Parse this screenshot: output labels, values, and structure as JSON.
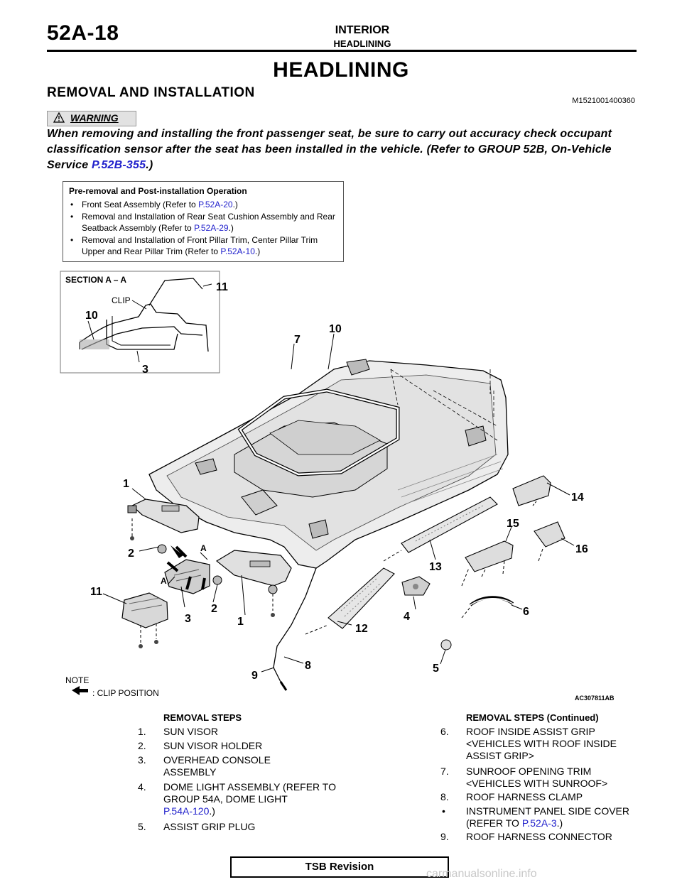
{
  "header": {
    "page_number": "52A-18",
    "section": "INTERIOR",
    "subsection": "HEADLINING"
  },
  "title": "HEADLINING",
  "section_title": "REMOVAL AND INSTALLATION",
  "ref_code": "M1521001400360",
  "warning": {
    "label": "WARNING",
    "text_before": "When removing and installing the front passenger seat, be sure to carry out accuracy check occupant classification sensor after the seat has been installed in the vehicle. (Refer to GROUP 52B, On-Vehicle Service ",
    "link": "P.52B-355",
    "text_after": ".)"
  },
  "pre_removal": {
    "heading": "Pre-removal and Post-installation Operation",
    "items": [
      {
        "text": "Front Seat Assembly (Refer to ",
        "link": "P.52A-20",
        "after": ".)"
      },
      {
        "text": "Removal and Installation of Rear Seat Cushion Assembly and Rear Seatback Assembly (Refer to ",
        "link": "P.52A-29",
        "after": ".)"
      },
      {
        "text": "Removal and Installation of Front Pillar Trim, Center Pillar Trim Upper and Rear Pillar Trim (Refer to ",
        "link": "P.52A-10",
        "after": ".)"
      }
    ]
  },
  "diagram": {
    "section_label": "SECTION A – A",
    "clip_label": "CLIP",
    "note_label": "NOTE",
    "note_text": ": CLIP POSITION",
    "figure_code": "AC307811AB",
    "callouts": {
      "c1": "1",
      "c1b": "1",
      "c2": "2",
      "c2b": "2",
      "c3": "3",
      "c3b": "3",
      "c4": "4",
      "c5": "5",
      "c6": "6",
      "c7": "7",
      "c8": "8",
      "c9": "9",
      "c10": "10",
      "c10b": "10",
      "c11": "11",
      "c11b": "11",
      "c12": "12",
      "c13": "13",
      "c14": "14",
      "c15": "15",
      "c16": "16",
      "cA": "A",
      "cAb": "A"
    }
  },
  "steps_left": {
    "heading": "REMOVAL STEPS",
    "items": [
      {
        "num": "1.",
        "text": "SUN VISOR"
      },
      {
        "num": "2.",
        "text": "SUN VISOR HOLDER"
      },
      {
        "num": "3.",
        "text": "OVERHEAD CONSOLE ASSEMBLY"
      },
      {
        "num": "4.",
        "text": "DOME LIGHT ASSEMBLY (REFER TO GROUP 54A, DOME LIGHT",
        "link": "P.54A-120",
        "after": ".)"
      },
      {
        "num": "5.",
        "text": "ASSIST GRIP PLUG"
      }
    ]
  },
  "steps_right": {
    "heading": "REMOVAL STEPS (Continued)",
    "items": [
      {
        "num": "6.",
        "text": "ROOF INSIDE ASSIST GRIP <VEHICLES WITH ROOF INSIDE ASSIST GRIP>"
      },
      {
        "num": "7.",
        "text": "SUNROOF OPENING TRIM <VEHICLES WITH SUNROOF>"
      },
      {
        "num": "8.",
        "text": "ROOF HARNESS CLAMP"
      },
      {
        "num": "•",
        "text": "INSTRUMENT PANEL SIDE COVER (REFER TO ",
        "link": "P.52A-3",
        "after": ".)"
      },
      {
        "num": "9.",
        "text": "ROOF HARNESS CONNECTOR"
      }
    ]
  },
  "footer": {
    "label": "TSB Revision",
    "watermark": "carmanualsonline.info"
  }
}
